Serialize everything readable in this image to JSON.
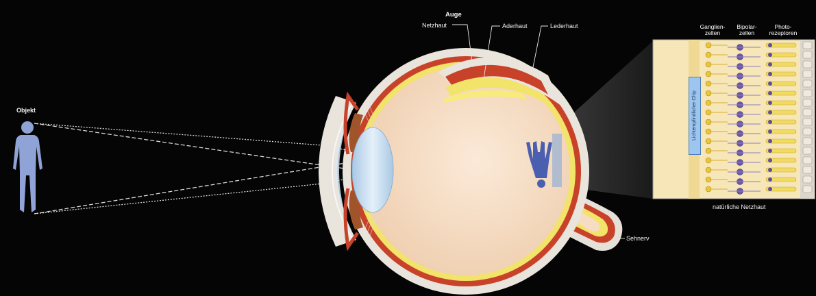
{
  "labels": {
    "objekt": "Objekt",
    "auge": "Auge",
    "netzhaut": "Netzhaut",
    "aderhaut": "Aderhaut",
    "lederhaut": "Lederhaut",
    "sehnerv": "Sehnerv",
    "ganglienzellen": "Ganglien-\nzellen",
    "bipolarzellen": "Bipolar-\nzellen",
    "photorezeptoren": "Photo-\nrezeptoren",
    "chip": "Lichtempfindlicher Chip",
    "natuerliche_netzhaut": "natürliche Netzhaut"
  },
  "colors": {
    "background": "#050505",
    "figure": "#8fa3d6",
    "sclera": "#e9e4dc",
    "choroid": "#c8422a",
    "retina": "#f2e36a",
    "vitreous": "#f6dcc2",
    "lens": "#cfe2f2",
    "chip": "#9cc6f0"
  }
}
